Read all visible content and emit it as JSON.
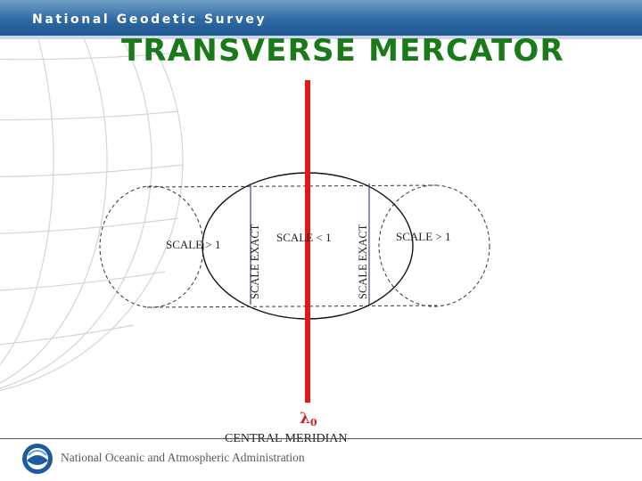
{
  "header": {
    "agency": "National Geodetic Survey",
    "background_color": "#2f6aa2"
  },
  "title": "TRANSVERSE MERCATOR",
  "diagram": {
    "left_scale_label": "SCALE > 1",
    "right_scale_label": "SCALE > 1",
    "center_scale_label": "SCALE < 1",
    "left_exact_label": "SCALE EXACT",
    "right_exact_label": "SCALE EXACT",
    "central_meridian_symbol": "λ",
    "central_meridian_subscript": "0",
    "central_meridian_label": "CENTRAL MERIDIAN",
    "meridian_color": "#e01818",
    "title_color": "#1a7a1a"
  },
  "footer": {
    "organization": "National Oceanic and Atmospheric Administration",
    "logo": "noaa-logo-icon"
  }
}
